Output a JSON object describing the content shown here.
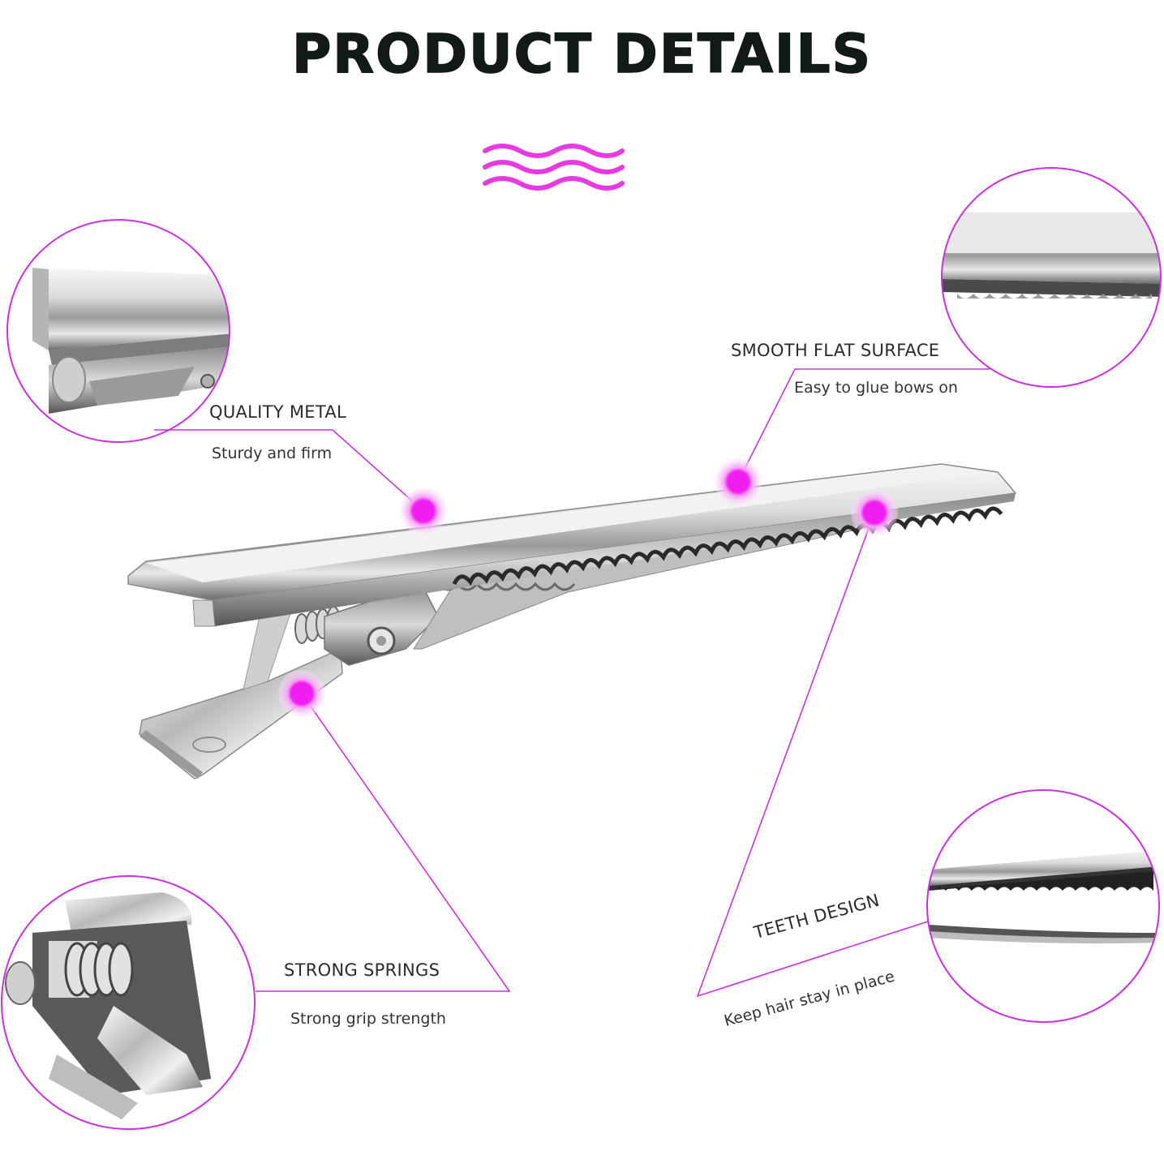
{
  "title": "PRODUCT DETAILS",
  "accent_color": "#c832dc",
  "marker_color": "#f01ef0",
  "features": [
    {
      "heading": "QUALITY METAL",
      "caption": "Sturdy and firm",
      "icon": "metal-closeup-icon"
    },
    {
      "heading": "SMOOTH FLAT SURFACE",
      "caption": "Easy to glue bows on",
      "icon": "flat-surface-closeup-icon"
    },
    {
      "heading": "STRONG SPRINGS",
      "caption": "Strong grip strength",
      "icon": "spring-closeup-icon"
    },
    {
      "heading": "TEETH DESIGN",
      "caption": "Keep hair stay in place",
      "icon": "teeth-closeup-icon"
    }
  ]
}
